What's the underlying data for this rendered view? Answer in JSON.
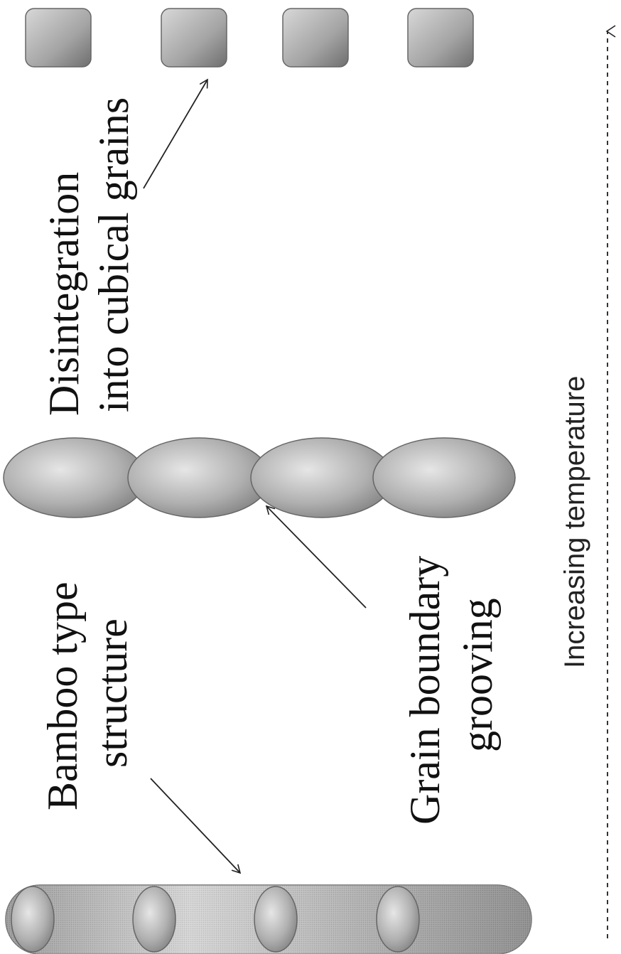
{
  "figure": {
    "stage1": {
      "label_line1": "Bamboo type",
      "label_line2": "structure"
    },
    "stage2": {
      "label_line1": "Grain boundary",
      "label_line2": "grooving"
    },
    "stage3": {
      "label_line1": "Disintegration",
      "label_line2": "into  cubical grains"
    },
    "axis": {
      "label": "Increasing temperature"
    },
    "colors": {
      "grain_fill": "#9a9a9a",
      "grain_highlight": "#e6e6e6",
      "grain_edge": "#666666",
      "text": "#111111",
      "arrow": "#222222"
    }
  }
}
